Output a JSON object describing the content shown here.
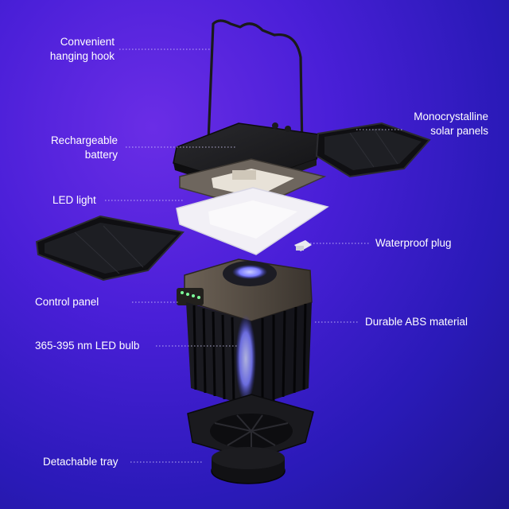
{
  "labels": {
    "hook_line1": "Convenient",
    "hook_line2": "hanging hook",
    "battery_line1": "Rechargeable",
    "battery_line2": "battery",
    "led_light": "LED light",
    "control_panel": "Control panel",
    "led_bulb": "365-395 nm LED bulb",
    "tray": "Detachable tray",
    "solar_line1": "Monocrystalline",
    "solar_line2": "solar panels",
    "plug": "Waterproof plug",
    "abs": "Durable ABS material"
  },
  "colors": {
    "background_center": "#6a2de6",
    "background_edge": "#1c158e",
    "label_text": "#ffffff",
    "uv_glow": "#7a7bff"
  }
}
